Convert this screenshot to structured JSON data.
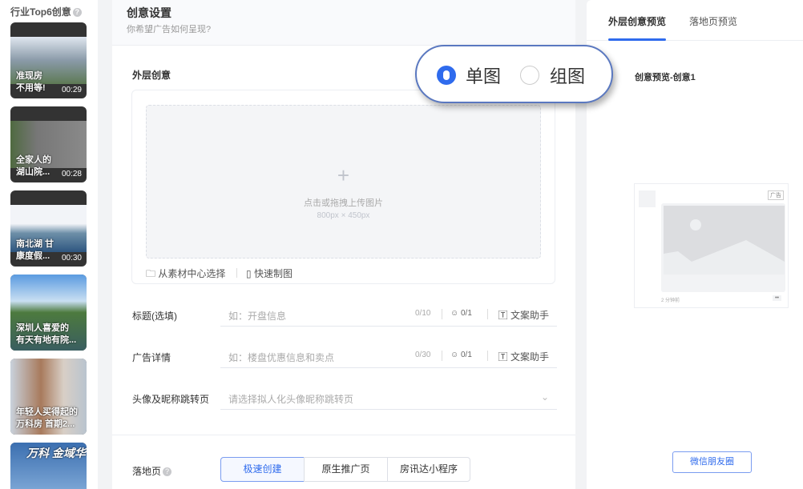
{
  "left": {
    "title": "行业Top6创意",
    "thumbs": [
      {
        "caption": "准现房\n不用等!",
        "duration": "00:29"
      },
      {
        "caption": "全家人的\n湖山院...",
        "duration": "00:28"
      },
      {
        "caption": "南北湖 甘\n康度假...",
        "duration": "00:30"
      },
      {
        "caption": "深圳人喜爱的\n有天有地有院...",
        "duration": ""
      },
      {
        "caption": "年轻人买得起的\n万科房 首期2...",
        "duration": ""
      },
      {
        "caption": "万科 金域华",
        "duration": ""
      }
    ]
  },
  "main": {
    "title": "创意设置",
    "subtitle": "你希望广告如何呈现?",
    "section": "外层创意",
    "upload": {
      "plus": "+",
      "text": "点击或拖拽上传图片",
      "size": "800px × 450px",
      "from_library": "从素材中心选择",
      "quick_make": "快速制图"
    },
    "fields": [
      {
        "label": "标题(选填)",
        "placeholder": "如：开盘信息",
        "count": "0/10",
        "emoji": "0/1",
        "assist": "文案助手"
      },
      {
        "label": "广告详情",
        "placeholder": "如：楼盘优惠信息和卖点",
        "count": "0/30",
        "emoji": "0/1",
        "assist": "文案助手"
      }
    ],
    "avatar": {
      "label": "头像及昵称跳转页",
      "placeholder": "请选择拟人化头像昵称跳转页"
    },
    "landing": {
      "label": "落地页",
      "options": [
        "极速创建",
        "原生推广页",
        "房讯达小程序"
      ],
      "selected": "极速创建"
    }
  },
  "popup": {
    "options": [
      "单图",
      "组图"
    ],
    "selected": "单图"
  },
  "right": {
    "tabs": [
      "外层创意预览",
      "落地页预览"
    ],
    "active_tab": "外层创意预览",
    "preview_title": "创意预览-创意1",
    "ad_tag": "广告",
    "time": "2 分钟前",
    "button": "微信朋友圈"
  },
  "colors": {
    "accent": "#2f6bed"
  }
}
